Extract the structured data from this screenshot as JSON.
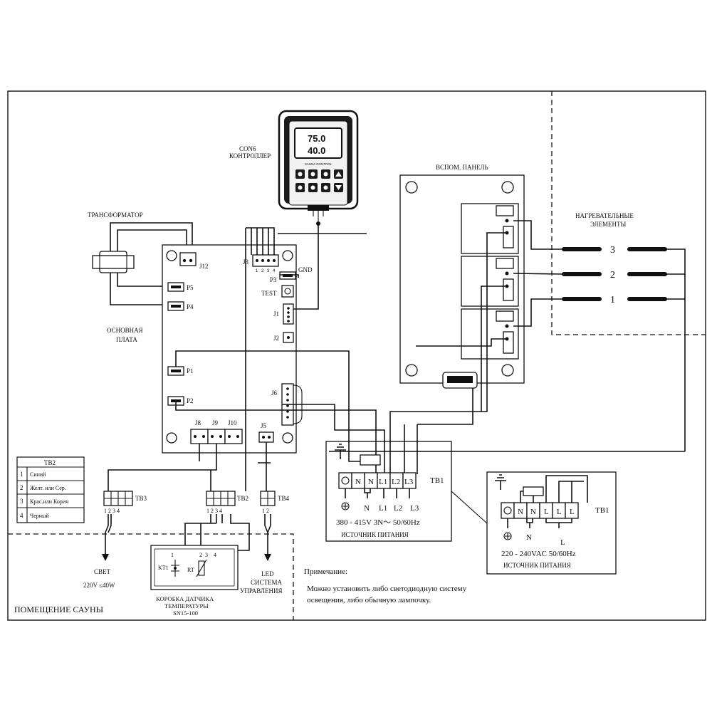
{
  "controller": {
    "label_line1": "CON6",
    "label_line2": "КОНТРОЛЛЕР",
    "display_top": "75.0",
    "display_bottom": "40.0",
    "brand": "SAUNA CONTROL"
  },
  "transformer": {
    "label": "ТРАНСФОРМАТОР"
  },
  "main_board": {
    "label_line1": "ОСНОВНАЯ",
    "label_line2": "ПЛАТА",
    "connectors": {
      "j12": "J12",
      "p5": "P5",
      "p4": "P4",
      "j3": "J3",
      "gnd": "GND",
      "p3": "P3",
      "test": "TEST",
      "j1": "J1",
      "j2": "J2",
      "p1": "P1",
      "p2": "P2",
      "j6": "J6",
      "j8": "J8",
      "j9": "J9",
      "j10": "J10",
      "j5": "J5",
      "j3_pins": [
        "1",
        "2",
        "3",
        "4"
      ]
    }
  },
  "aux_panel": {
    "label": "ВСПОМ. ПАНЕЛЬ"
  },
  "heaters": {
    "label_line1": "НАГРЕВАТЕЛЬНЫЕ",
    "label_line2": "ЭЛЕМЕНТЫ",
    "numbers": [
      "3",
      "2",
      "1"
    ]
  },
  "tb2_legend": {
    "title": "TB2",
    "rows": [
      {
        "num": "1",
        "text": "Синий"
      },
      {
        "num": "2",
        "text": "Желт. или Сер."
      },
      {
        "num": "3",
        "text": "Крас.или Корич"
      },
      {
        "num": "4",
        "text": "Черный"
      }
    ]
  },
  "tb3": {
    "label": "TB3",
    "pins": "1 2 3 4"
  },
  "tb2": {
    "label": "TB2",
    "pins": "1 2 3 4"
  },
  "tb4": {
    "label": "TB4",
    "pins": "1 2"
  },
  "light": {
    "label": "СВЕТ",
    "spec": "220V ≤40W"
  },
  "sensor_box": {
    "label_line1": "КОРОБКА ДАТЧИКА",
    "label_line2": "ТЕМПЕРАТУРЫ",
    "label_line3": "SN15-100",
    "kt1": "KT1",
    "rt": "RT",
    "pins": [
      "1",
      "2",
      "3",
      "4"
    ]
  },
  "led": {
    "label_line1": "LED",
    "label_line2": "СИСТЕМА",
    "label_line3": "УПРАВЛЕНИЯ"
  },
  "sauna_room": {
    "label": "ПОМЕЩЕНИЕ САУНЫ"
  },
  "tb1_3phase": {
    "terminals": [
      "N",
      "N",
      "L1",
      "L2",
      "L3"
    ],
    "tb_label": "TB1",
    "below_n": "N",
    "below_l": [
      "L1",
      "L2",
      "L3"
    ],
    "voltage": "380 - 415V 3N～ 50/60Hz",
    "source": "ИСТОЧНИК ПИТАНИЯ"
  },
  "tb1_1phase": {
    "terminals": [
      "N",
      "N",
      "L",
      "L",
      "L"
    ],
    "tb_label": "TB1",
    "below_n": "N",
    "below_l": "L",
    "voltage": "220 - 240VAC 50/60Hz",
    "source": "ИСТОЧНИК ПИТАНИЯ"
  },
  "note": {
    "title": "Примечание:",
    "line1": "Можно установить либо светодиодную систему",
    "line2": "освещения, либо обычную лампочку."
  }
}
